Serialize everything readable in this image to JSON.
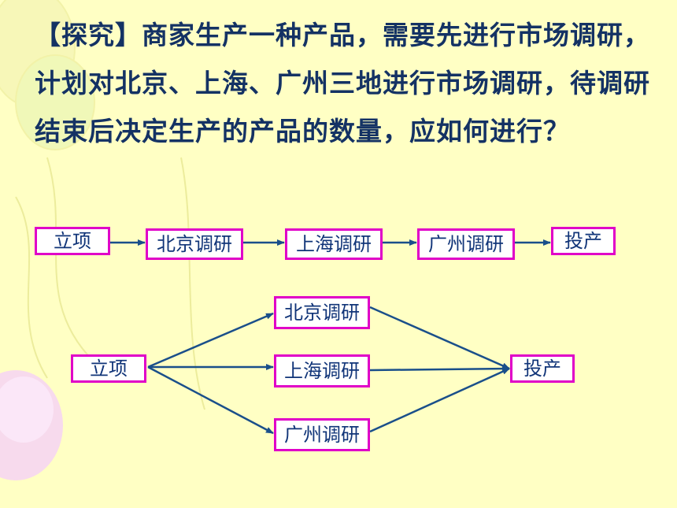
{
  "problem": {
    "text": "【探究】商家生产一种产品，需要先进行市场调研，计划对北京、上海、广州三地进行市场调研，待调研结束后决定生产的产品的数量，应如何进行？"
  },
  "sequential_flow": {
    "nodes": [
      "立项",
      "北京调研",
      "上海调研",
      "广州调研",
      "投产"
    ]
  },
  "parallel_flow": {
    "start": "立项",
    "branches": [
      "北京调研",
      "上海调研",
      "广州调研"
    ],
    "end": "投产"
  },
  "colors": {
    "background": "#ffffc4",
    "text": "#143264",
    "box_border": "#e000c8",
    "arrow": "#1a4f8a"
  }
}
